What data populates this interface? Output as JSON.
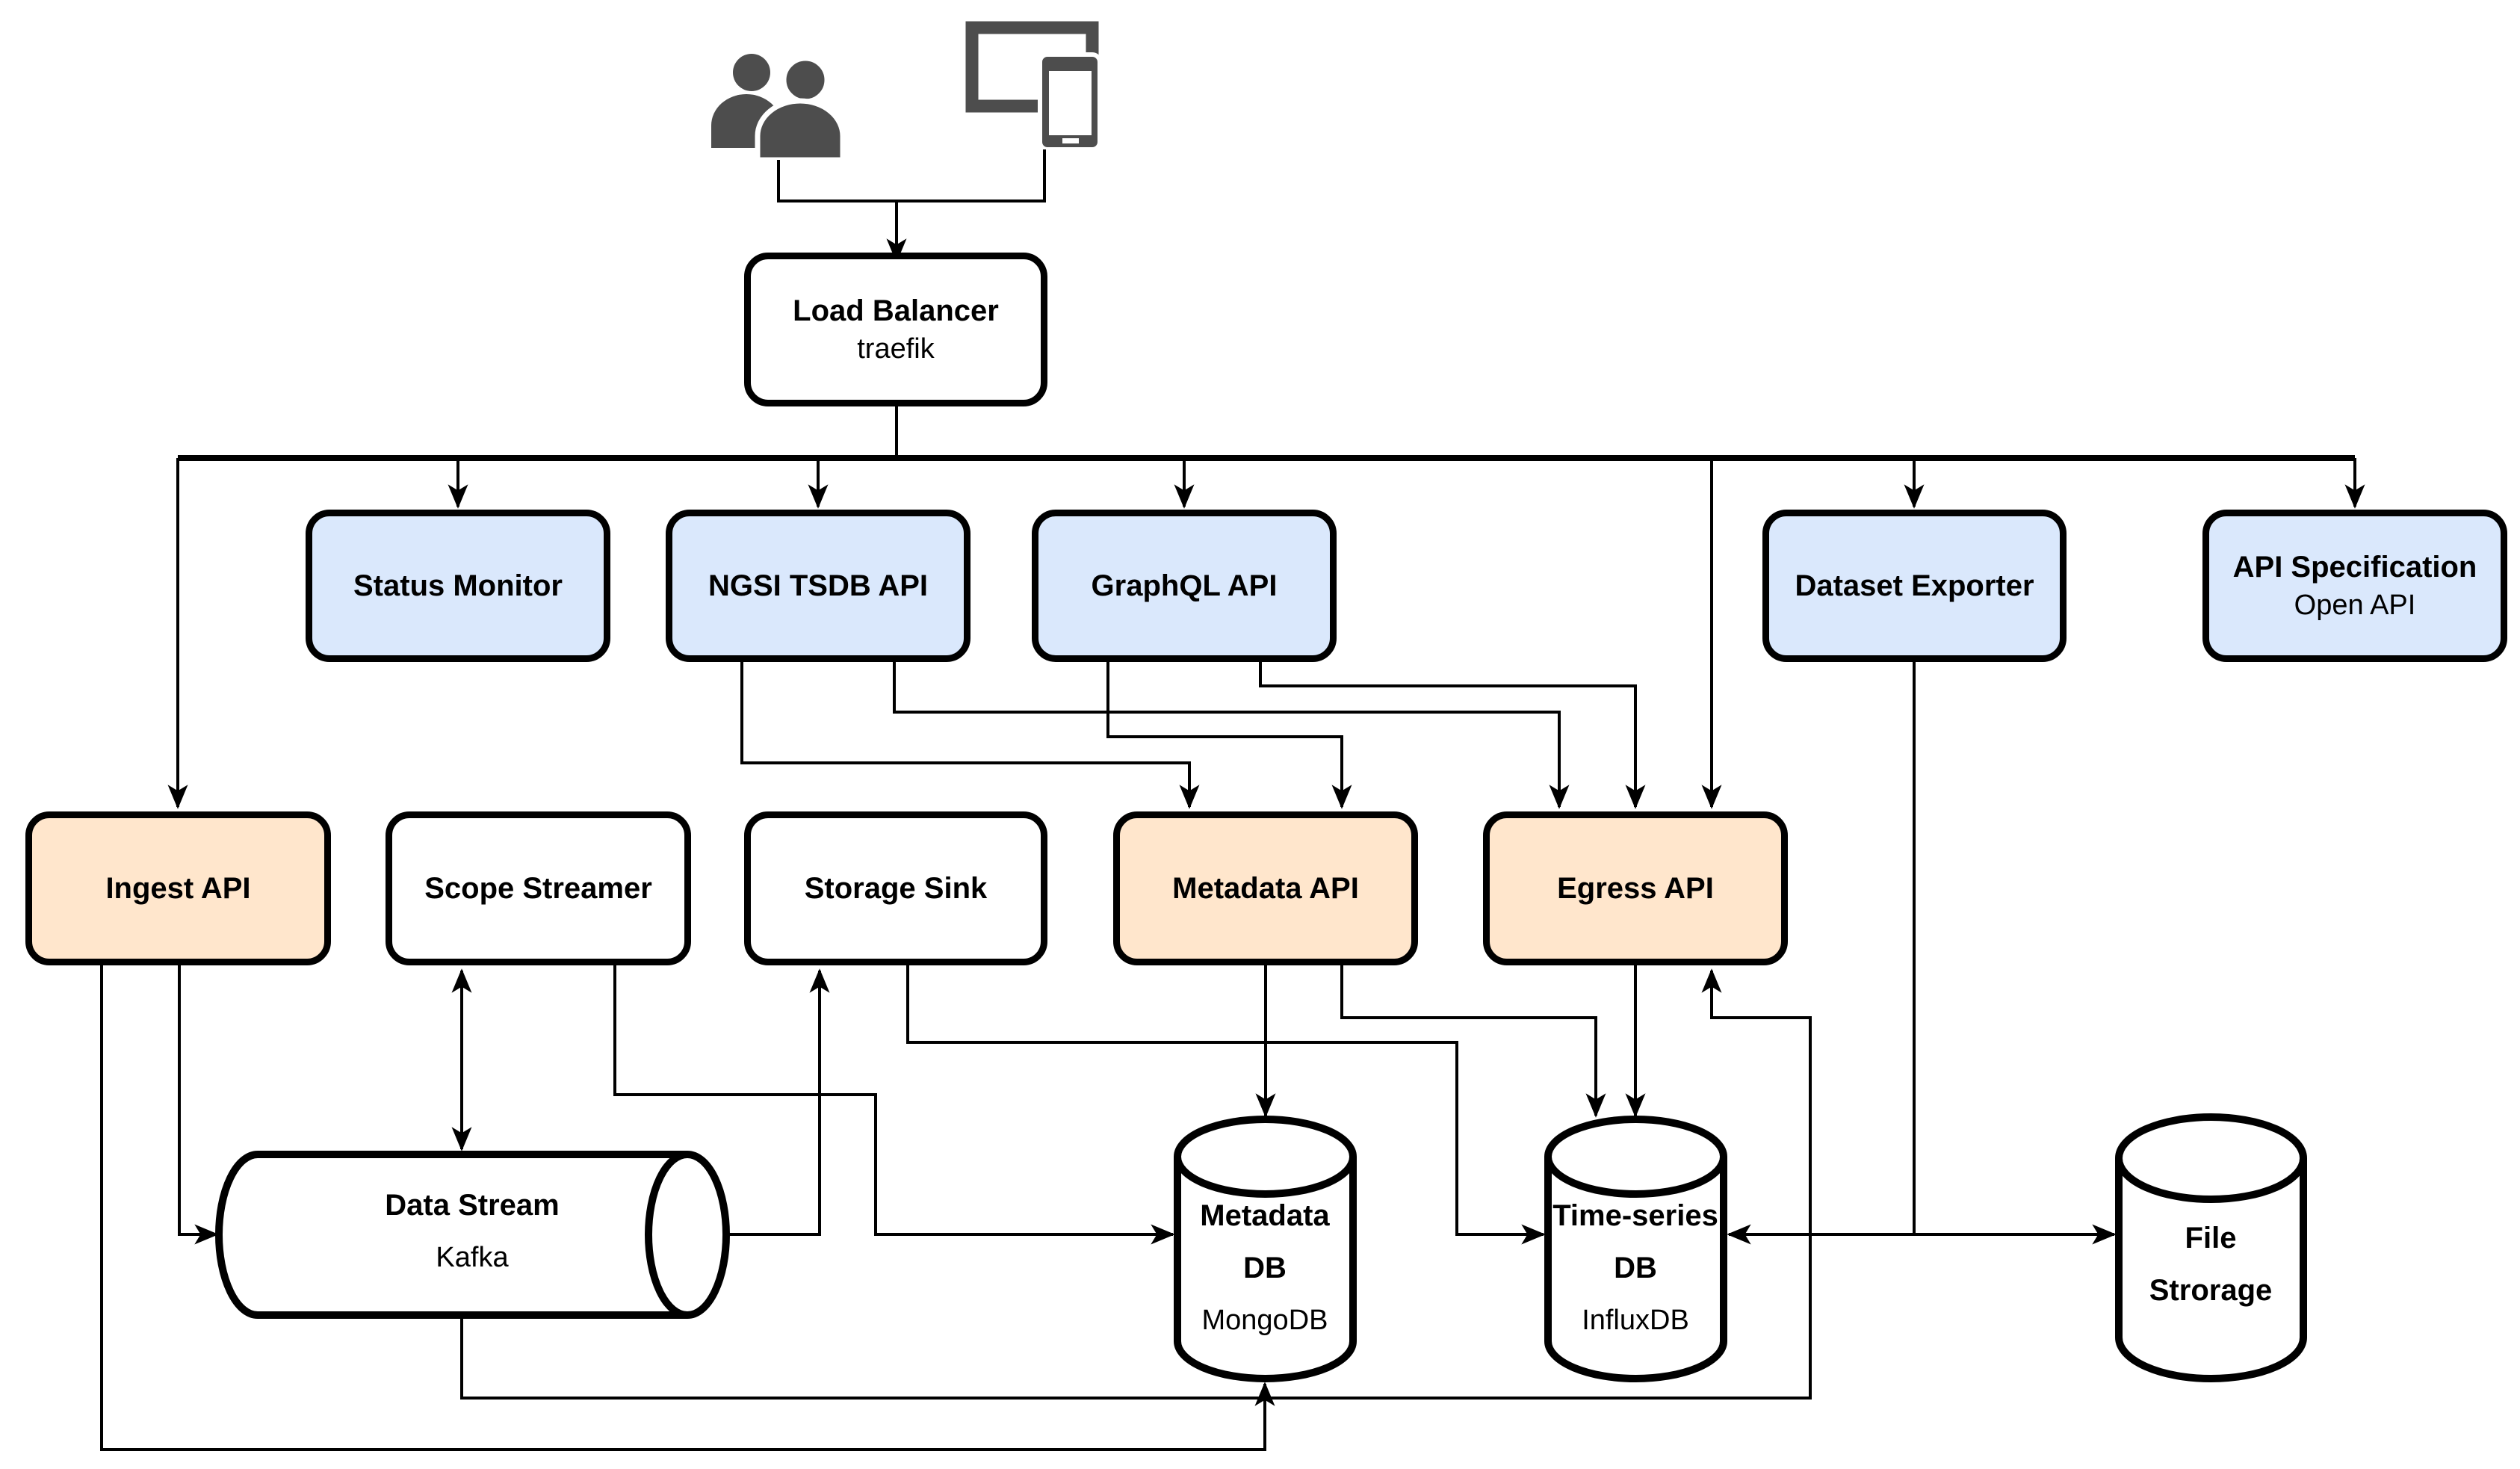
{
  "nodes": {
    "load_balancer": {
      "title": "Load Balancer",
      "subtitle": "traefik"
    },
    "status_monitor": {
      "title": "Status Monitor"
    },
    "ngsi_tsdb_api": {
      "title": "NGSI TSDB API"
    },
    "graphql_api": {
      "title": "GraphQL API"
    },
    "dataset_exporter": {
      "title": "Dataset Exporter"
    },
    "api_specification": {
      "title": "API Specification",
      "subtitle": "Open API"
    },
    "ingest_api": {
      "title": "Ingest API"
    },
    "scope_streamer": {
      "title": "Scope Streamer"
    },
    "storage_sink": {
      "title": "Storage Sink"
    },
    "metadata_api": {
      "title": "Metadata API"
    },
    "egress_api": {
      "title": "Egress API"
    },
    "data_stream": {
      "title": "Data Stream",
      "subtitle": "Kafka"
    },
    "metadata_db": {
      "line1": "Metadata",
      "line2": "DB",
      "subtitle": "MongoDB"
    },
    "timeseries_db": {
      "line1": "Time-series",
      "line2": "DB",
      "subtitle": "InfluxDB"
    },
    "file_storage": {
      "line1": "File",
      "line2": "Strorage"
    }
  },
  "icons": {
    "users": "users-icon",
    "devices": "devices-icon"
  },
  "colors": {
    "api_box_blue": "#dae8fc",
    "service_box_orange": "#ffe6cc",
    "neutral_box_white": "#ffffff",
    "outline_black": "#000000",
    "icon_gray": "#4d4d4d"
  }
}
